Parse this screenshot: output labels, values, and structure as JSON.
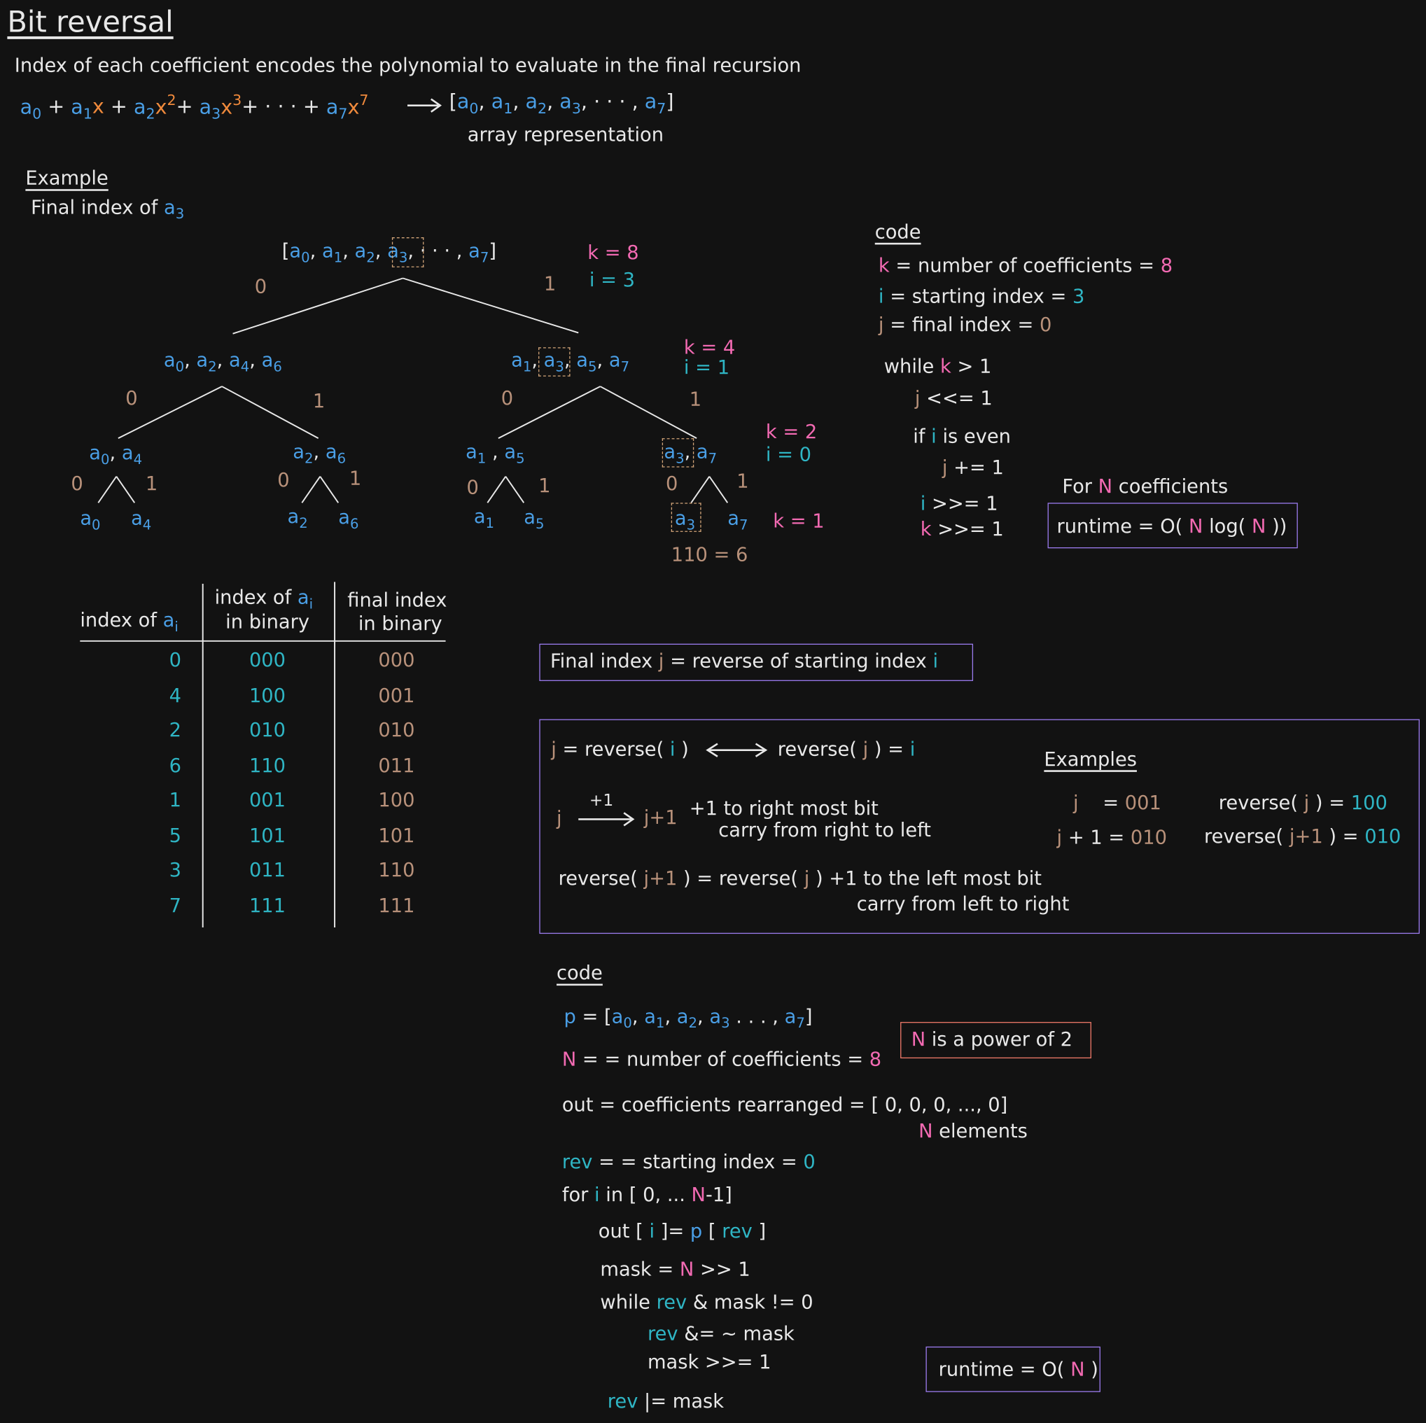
{
  "title": "Bit reversal",
  "subtitle": "Index of each coefficient encodes the polynomial to evaluate in the final recursion",
  "array_representation_label": "array representation",
  "example": {
    "heading": "Example",
    "final_index_of": "Final index of",
    "k_labels": [
      "k = 8",
      "k = 4",
      "k = 2",
      "k = 1"
    ],
    "i_labels": [
      "i = 3",
      "i = 1",
      "i = 0"
    ],
    "branch_zero": "0",
    "branch_one": "1",
    "result": "110 = 6"
  },
  "code_top": {
    "heading": "code",
    "line_k": "= number of coefficients = ",
    "line_k_value": "8",
    "line_i": "= starting index = ",
    "line_i_value": "3",
    "line_j": "= final index = ",
    "line_j_value": "0",
    "while": "while",
    "while_cond": "> 1",
    "j_shift": "<<= 1",
    "if": "if",
    "is_even": "is even",
    "j_add": "+= 1",
    "i_shift": ">>= 1",
    "k_shift": ">>= 1"
  },
  "for_n_coefficients": "For N coefficients",
  "runtime_nlogn": "runtime = O(N log(N))",
  "table": {
    "headers": [
      "index of a",
      "index of a in binary",
      "final index in binary"
    ],
    "rows": [
      [
        "0",
        "000",
        "000"
      ],
      [
        "4",
        "100",
        "001"
      ],
      [
        "2",
        "010",
        "010"
      ],
      [
        "6",
        "110",
        "011"
      ],
      [
        "1",
        "001",
        "100"
      ],
      [
        "5",
        "101",
        "101"
      ],
      [
        "3",
        "011",
        "110"
      ],
      [
        "7",
        "111",
        "111"
      ]
    ]
  },
  "final_index_statement": "Final index j = reverse of starting index i",
  "reverse_box": {
    "equiv_left": "j = reverse( i )",
    "equiv_right": "reverse( j ) = i",
    "plus_one": "+1",
    "rule1_line1": "+1 to right most bit",
    "rule1_line2": "carry from right to left",
    "rule2_line1": "reverse( j+1 ) = reverse( j ) +1 to the left most bit",
    "rule2_line2": "carry from left to right",
    "examples_heading": "Examples",
    "ex_j_value": "001",
    "ex_rev_j_value": "100",
    "ex_j1_value": "010",
    "ex_rev_j1_value": "010"
  },
  "code_bottom": {
    "heading": "code",
    "p_line": "p = [a0, a1, a2, a3 . . . , a7]",
    "n_line": "= number of coefficients = ",
    "n_value": "8",
    "power_of_two": "N is a power of 2",
    "out_line": "out = coefficients rearranged = [ 0, 0, 0, ..., 0]",
    "n_elements": "N elements",
    "rev_line": "= starting index = ",
    "rev_value": "0",
    "for_line": "in [ 0, ... N-1]",
    "assign_line": "out [ i ] = p [ rev ]",
    "mask_line": "mask = N >> 1",
    "while_line": "& mask != 0",
    "rev_and": "&= ~ mask",
    "mask_shift": "mask >>= 1",
    "rev_or": "|= mask"
  },
  "runtime_n": "runtime = O(N)",
  "colors": {
    "background": "#121212",
    "text": "#e8e8e8",
    "coefficient_blue": "#4a9fe6",
    "x_orange": "#f08a3c",
    "k_pink": "#f26ab2",
    "i_cyan": "#2fb5c4",
    "j_brown": "#b8917a",
    "box_purple": "#9c7cf0",
    "box_red": "#f07a6a"
  }
}
